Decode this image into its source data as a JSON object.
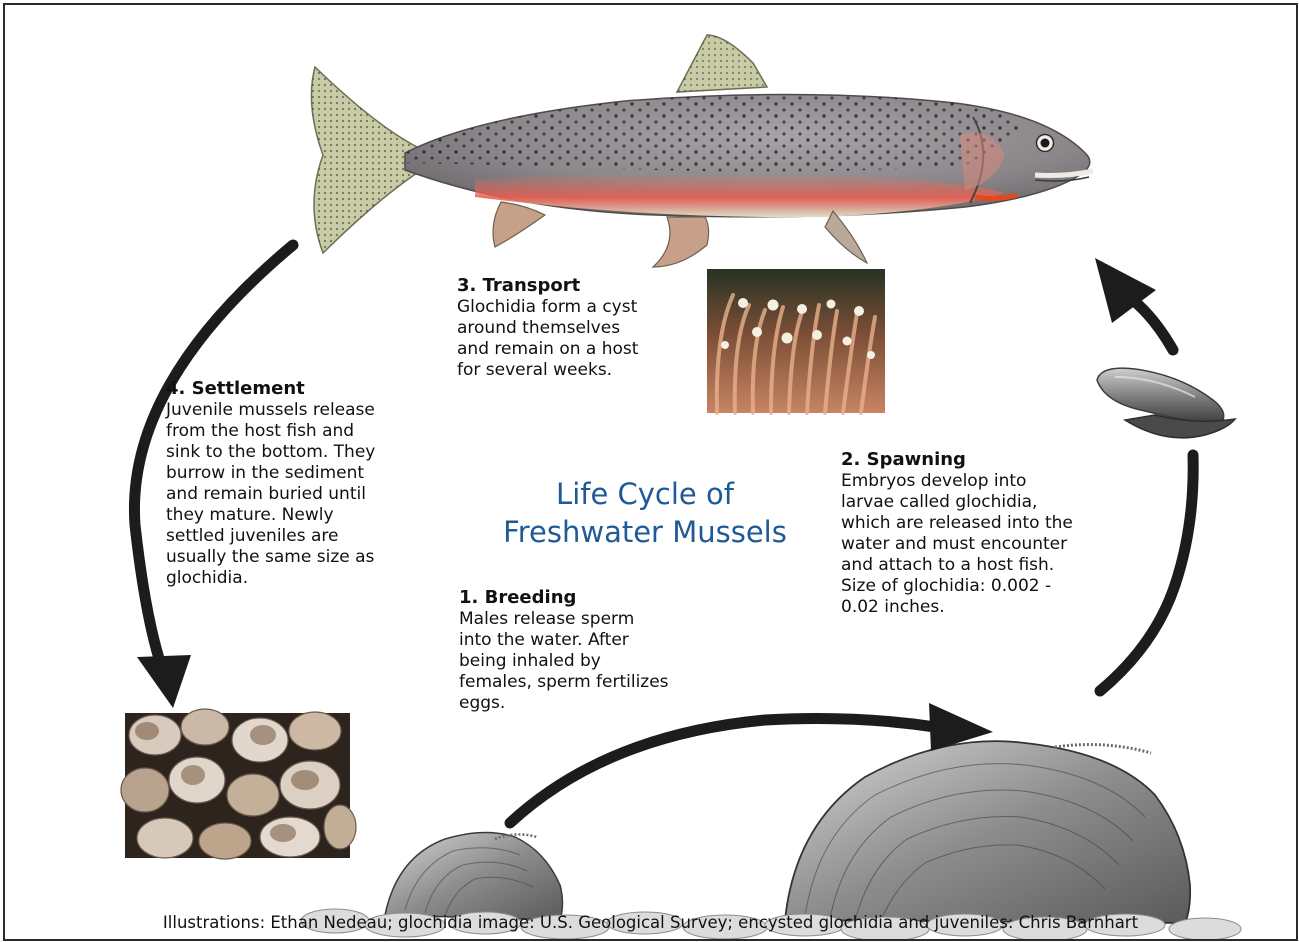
{
  "diagram": {
    "title": "Life Cycle of\nFreshwater Mussels",
    "stages": [
      {
        "key": "transport",
        "heading": "3. Transport",
        "body": "Glochidia form a cyst\naround themselves\nand remain on a host\nfor several weeks."
      },
      {
        "key": "settlement",
        "heading": "4. Settlement",
        "body": "Juvenile mussels release\nfrom the host fish and\nsink to the bottom. They\nburrow in the sediment\nand remain buried until\nthey mature. Newly\nsettled juveniles are\nusually the same size as\nglochidia."
      },
      {
        "key": "spawning",
        "heading": "2. Spawning",
        "body": "Embryos develop into\nlarvae called glochidia,\nwhich are released into the\nwater and must encounter\nand attach  to a host fish.\nSize of glochidia: 0.002 -\n0.02 inches."
      },
      {
        "key": "breeding",
        "heading": "1. Breeding",
        "body": "Males release sperm\ninto the water. After\nbeing inhaled by\nfemales, sperm fertilizes\neggs."
      }
    ],
    "credits": "Illustrations: Ethan Nedeau; glochidia image: U.S. Geological Survey; encysted glochidia and juveniles: Chris Barnhart"
  },
  "colors": {
    "title": "#1f5a96",
    "arrow": "#1c1c1c",
    "fish_body": "#8f8a8c",
    "fish_belly": "#e0604f",
    "fish_fin": "#c9cfa9",
    "shell": "#9a9a9a",
    "sediment": "#cfcfcf"
  }
}
